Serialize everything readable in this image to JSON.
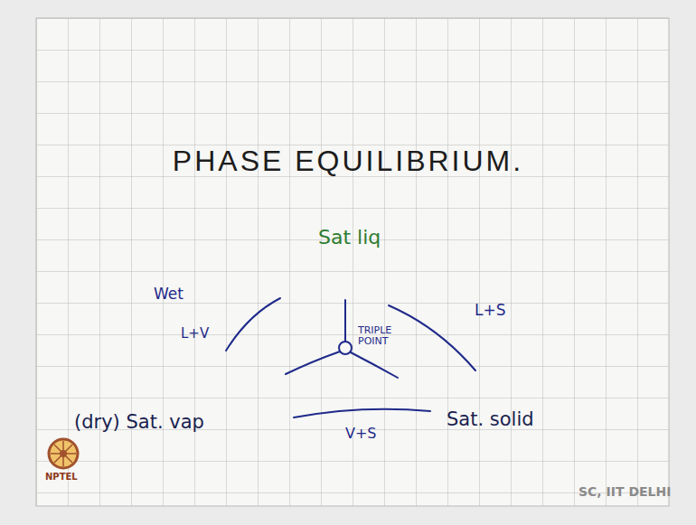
{
  "diagram": {
    "title": "PHASE EQUILIBRIUM.",
    "labels": [
      "Sat liq",
      "Wet",
      "L+V",
      "L+S",
      "TRIPLE POINT",
      "(dry) Sat. vap",
      "Sat. solid",
      "V+S",
      "NPTEL",
      "SC, IIT DELHI"
    ]
  }
}
